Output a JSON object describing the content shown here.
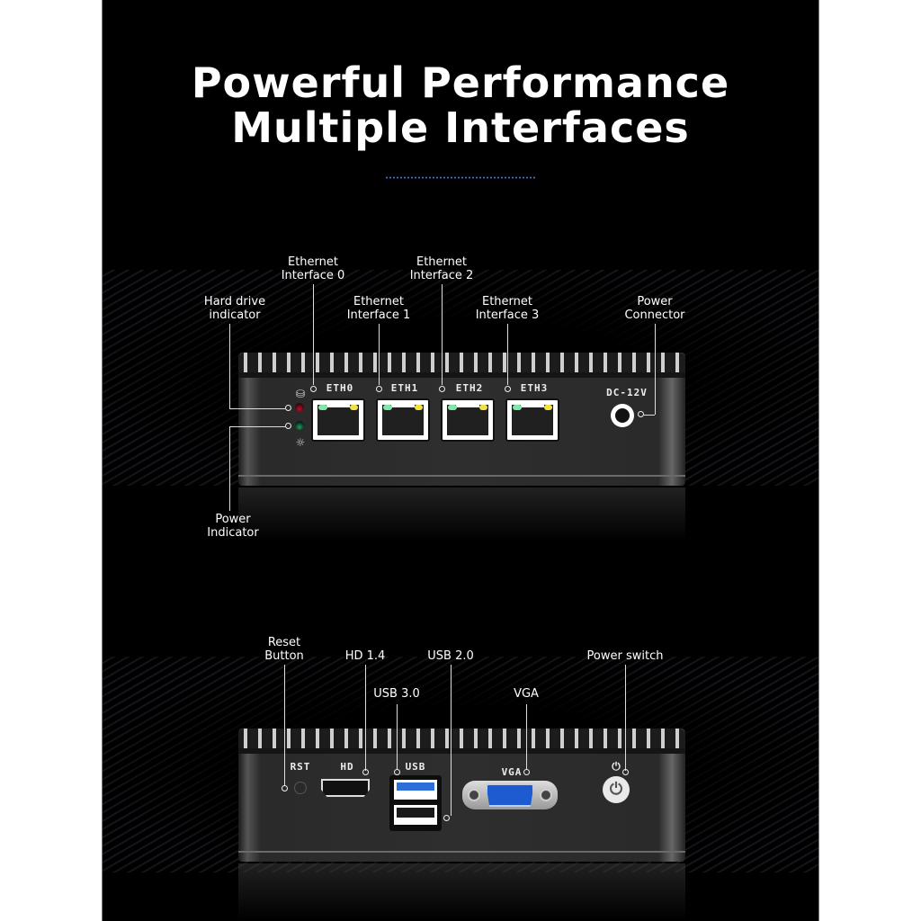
{
  "header": {
    "title_line1": "Powerful Performance",
    "title_line2": "Multiple Interfaces"
  },
  "front_panel": {
    "callouts": {
      "hdd_indicator": "Hard drive\nindicator",
      "eth0": "Ethernet\nInterface 0",
      "eth1": "Ethernet\nInterface 1",
      "eth2": "Ethernet\nInterface 2",
      "eth3": "Ethernet\nInterface 3",
      "power_connector": "Power\nConnector",
      "power_indicator": "Power\nIndicator"
    },
    "port_labels": [
      "ETH0",
      "ETH1",
      "ETH2",
      "ETH3"
    ],
    "dc_label": "DC-12V",
    "icons": {
      "hdd": "cylinder-icon",
      "power_led": "bulb-icon"
    },
    "colors": {
      "hdd_led": "#8a0f1a",
      "power_led": "#0f7a4a",
      "link_led": "#7fe8a8",
      "activity_led": "#f1e340"
    }
  },
  "rear_panel": {
    "callouts": {
      "reset": "Reset\nButton",
      "hdmi": "HD 1.4",
      "usb3": "USB 3.0",
      "usb2": "USB 2.0",
      "vga": "VGA",
      "power_switch": "Power switch"
    },
    "port_labels": {
      "rst": "RST",
      "hd": "HD",
      "usb": "USB",
      "vga": "VGA"
    },
    "icons": {
      "power": "power-icon"
    },
    "colors": {
      "usb3": "#2d6ed8",
      "vga": "#1f5bd0"
    }
  },
  "accent": "#3a6fd8"
}
